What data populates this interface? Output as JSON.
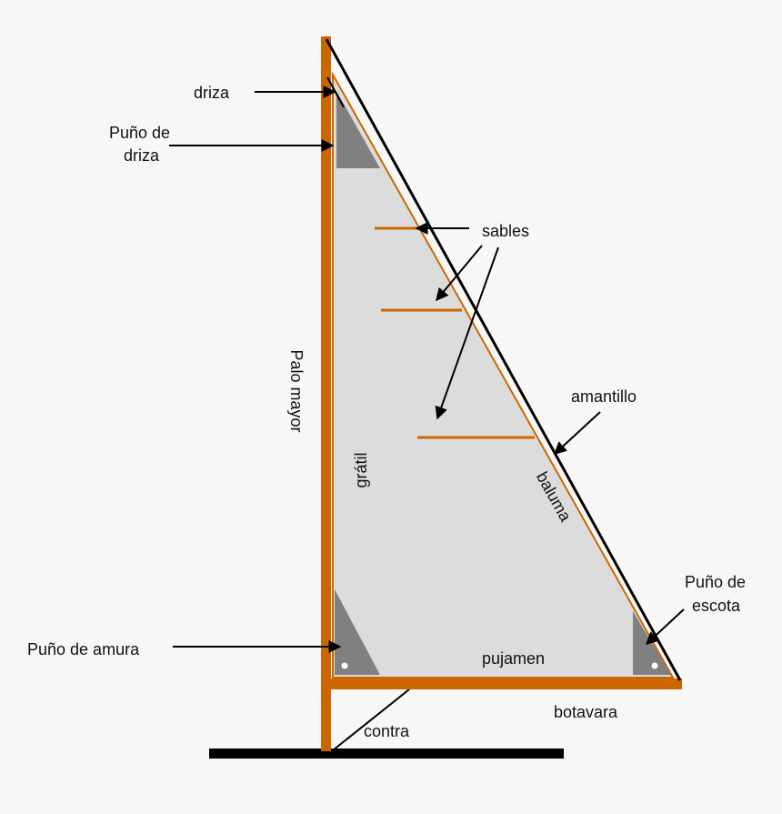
{
  "labels": {
    "driza": "driza",
    "puno_driza_1": "Puño de",
    "puno_driza_2": "driza",
    "sables": "sables",
    "palo_mayor": "Palo mayor",
    "gratil": "grátil",
    "amantillo": "amantillo",
    "baluma": "baluma",
    "puno_escota_1": "Puño de",
    "puno_escota_2": "escota",
    "puno_amura": "Puño de amura",
    "pujamen": "pujamen",
    "botavara": "botavara",
    "contra": "contra"
  },
  "colors": {
    "background": "#f7f7f7",
    "spar": "#cc6600",
    "sail": "#dcdcdc",
    "reinforcement": "#808080",
    "line": "#000000"
  }
}
